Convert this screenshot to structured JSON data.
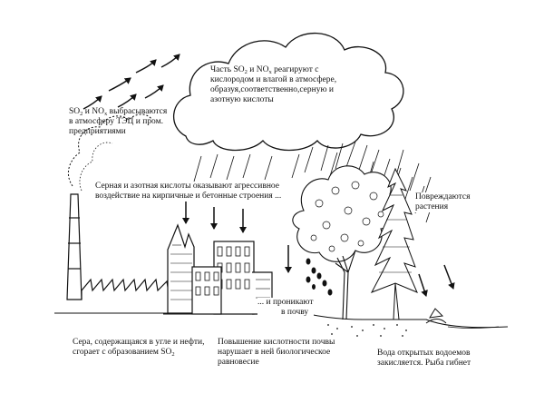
{
  "labels": {
    "so2_release": {
      "line1": {
        "a": "SO",
        "sub1": "2",
        "b": " и NO",
        "sub2": "x",
        "c": " выбрасываются"
      },
      "line2": "в атмосферу ТЭЦ и пром.",
      "line3": "предприятиями"
    },
    "cloud_reaction": {
      "line1": {
        "a": "Часть SO",
        "sub1": "2",
        "b": " и NO",
        "sub2": "x",
        "c": " реагируют с"
      },
      "line2": "кислородом и влагой в атмосфере,",
      "line3": "образуя,соответственно,серную и",
      "line4": "азотную кислоты"
    },
    "acids_buildings": {
      "line1": "Серная и азотная кислоты оказывают агрессивное",
      "line2": "воздействие на кирпичные и бетонные строения ..."
    },
    "plants_damaged": {
      "line1": "Повреждаются",
      "line2": "растения"
    },
    "soil_penetration": {
      "line1": "... и проникают",
      "line2": "в почву"
    },
    "sulfur_burning": {
      "line1": "Сера, содержащаяся в угле и нефти,",
      "line2": {
        "a": "сгорает с образованием SO",
        "sub1": "2"
      }
    },
    "soil_acidity": {
      "line1": "Повышение кислотности почвы",
      "line2": "нарушает в ней биологическое",
      "line3": "равновесие"
    },
    "water_acidified": {
      "line1": "Вода открытых водоемов",
      "line2": "закисляется. Рыба гибнет"
    }
  },
  "colors": {
    "ink": "#111111",
    "background": "#ffffff"
  }
}
